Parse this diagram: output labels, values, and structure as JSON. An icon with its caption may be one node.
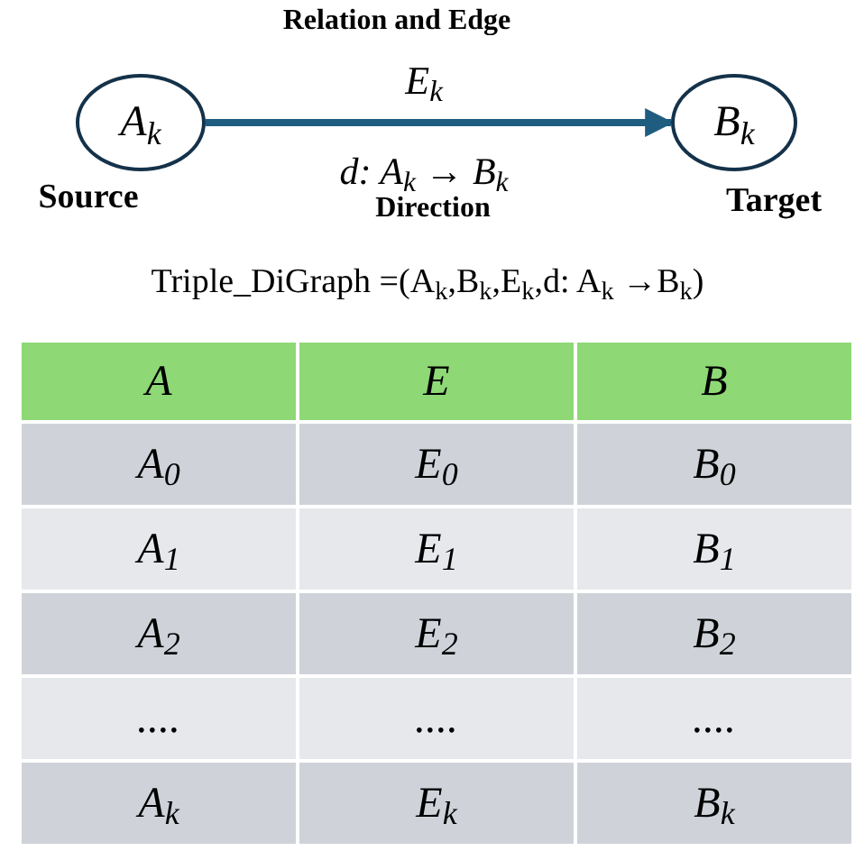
{
  "diagram": {
    "nodes": [
      {
        "text": [
          "A$_{k}$"
        ],
        "beside": [
          "Source"
        ]
      },
      {
        "text": [
          "B$_{k}$"
        ],
        "beside": [
          "Target"
        ]
      }
    ],
    "edges": [
      {
        "from": 0,
        "to": 1,
        "arrow": "to"
      }
    ],
    "labels": [
      "Relation and Edge",
      "E$_{k}$",
      "d: A$_{k}$ → B$_{k}$",
      "Direction",
      "Triple_DiGraph =(A$_{k}$,B$_{k}$,E$_{k}$,d: A$_{k}$ →B$_{k}$)",
      "A",
      "E",
      "B",
      "A$_{0}$",
      "E$_{0}$",
      "B$_{0}$",
      "A$_{1}$",
      "E$_{1}$",
      "B$_{1}$",
      "A$_{2}$",
      "E$_{2}$",
      "B$_{2}$",
      "....",
      "....",
      "....",
      "A$_{k}$",
      "E$_{k}$",
      "B$_{k}$"
    ]
  }
}
